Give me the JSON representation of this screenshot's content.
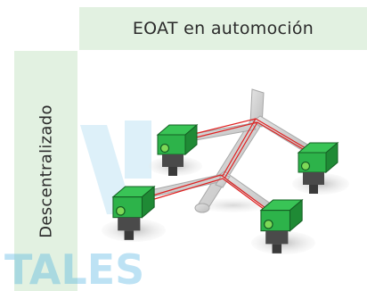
{
  "header": {
    "title": "EOAT en automoción"
  },
  "sidebar": {
    "label": "Descentralizado"
  },
  "watermark": {
    "text": "TALES",
    "color": "#29a3de"
  },
  "colors": {
    "cell_fill": "#e2f1e1",
    "module_green": "#2db34a",
    "module_dark_green": "#1a7a2c",
    "module_body": "#4a4a4a",
    "frame_gray": "#cfcfcf",
    "cable_red": "#e02020",
    "shadow_gray": "#c9c9c9"
  },
  "icons": [
    "io-module-icon",
    "io-module-icon",
    "io-module-icon",
    "io-module-icon",
    "robot-gripper-frame-icon"
  ]
}
